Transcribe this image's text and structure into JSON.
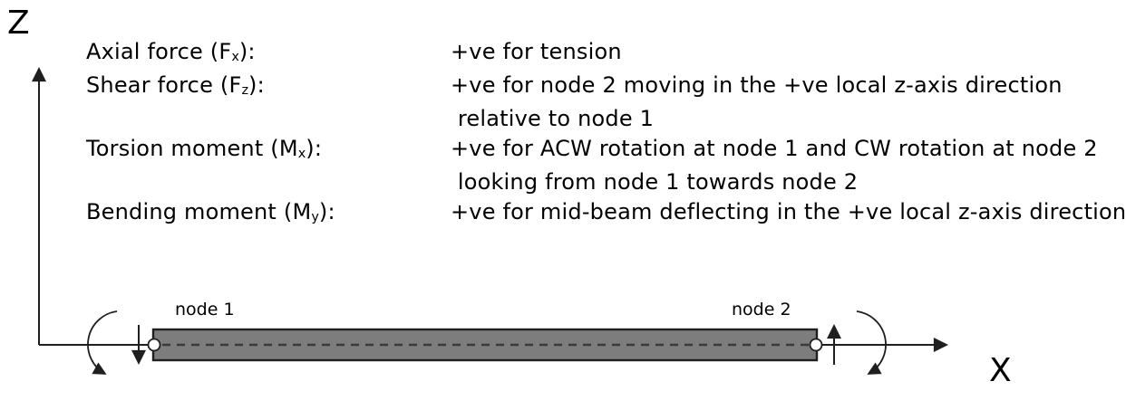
{
  "legend": {
    "rows": [
      {
        "pre": "Axial force (F",
        "sub": "x",
        "post": "):",
        "desc": "+ve for tension"
      },
      {
        "pre": "Shear force (F",
        "sub": "z",
        "post": "):",
        "desc": "+ve for node 2 moving in the +ve local z-axis direction"
      },
      {
        "pre": "",
        "sub": "",
        "post": "",
        "desc": " relative to node 1"
      },
      {
        "pre": "Torsion moment (M",
        "sub": "x",
        "post": "):",
        "desc": "+ve for ACW rotation at node 1 and CW rotation at node 2"
      },
      {
        "pre": "",
        "sub": "",
        "post": "",
        "desc": " looking from node 1 towards node 2"
      },
      {
        "pre": "Bending moment (M",
        "sub": "y",
        "post": "):",
        "desc": "+ve for mid-beam deflecting in the +ve local z-axis direction"
      }
    ]
  },
  "axes": {
    "z_label": "Z",
    "x_label": "X"
  },
  "beam": {
    "node1_label": "node 1",
    "node2_label": "node 2"
  },
  "colors": {
    "line": "#1f1f1f",
    "beam_fill": "#7d7d7d",
    "beam_border": "#1f1f1f",
    "centerline_dash": "#3a3a3a",
    "node_marker_fill": "#ffffff",
    "text": "#000000"
  }
}
